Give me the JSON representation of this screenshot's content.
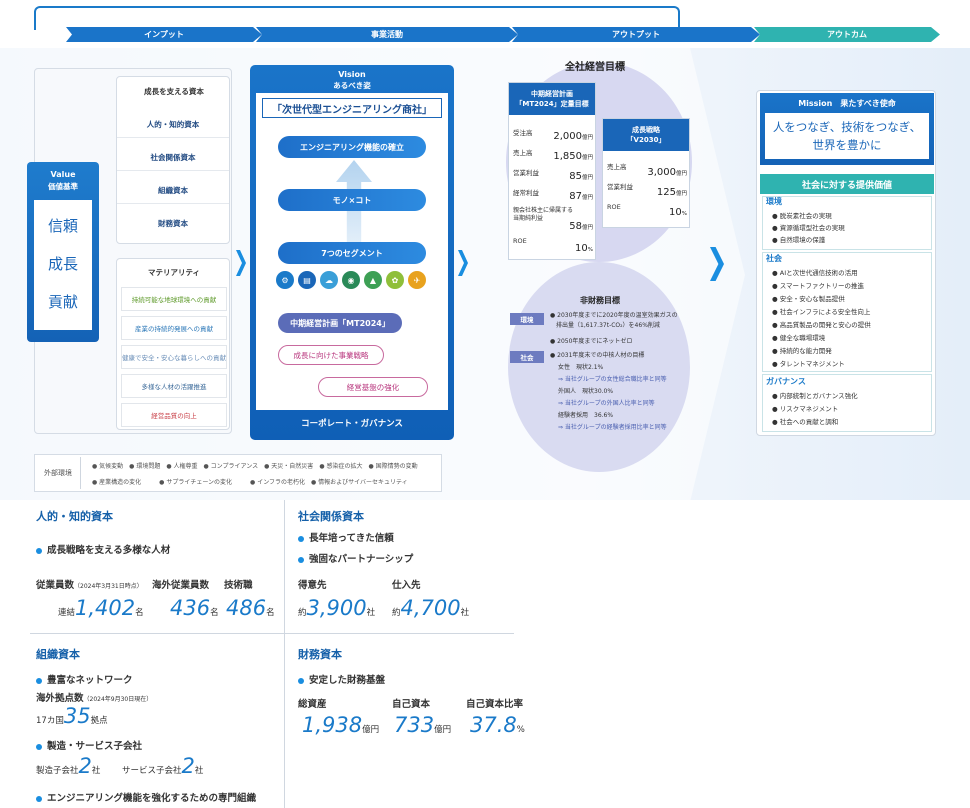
{
  "flow": {
    "phases": [
      "インプット",
      "事業活動",
      "アウトプット",
      "アウトカム"
    ]
  },
  "input": {
    "capital_title": "成長を支える資本",
    "capitals": [
      "人的・知的資本",
      "社会関係資本",
      "組織資本",
      "財務資本"
    ],
    "materiality_title": "マテリアリティ",
    "materialities": [
      "持続可能な地球環境への貢献",
      "産業の持続的発展への貢献",
      "健康で安全・安心な暮らしへの貢献",
      "多様な人材の活躍推進",
      "経営品質の向上"
    ],
    "value_title": "Value",
    "value_sub": "価値基準",
    "values": [
      "信頼",
      "成長",
      "貢献"
    ]
  },
  "vision": {
    "title": "Vision",
    "sub": "あるべき姿",
    "slogan": "「次世代型エンジニアリング商社」",
    "function": "エンジニアリング機能の確立",
    "mono": "モノ×コト",
    "segments": "7つのセグメント",
    "plan": "中期経営計画「MT2024」",
    "growth": "成長に向けた事業戦略",
    "base": "経営基盤の強化",
    "governance": "コーポレート・ガバナンス"
  },
  "output": {
    "targets_title": "全社経営目標",
    "mt_title1": "中期経営計画",
    "mt_title2": "「MT2024」定量目標",
    "mt_rows": [
      {
        "label": "受注高",
        "value": "2,000",
        "unit": "億円"
      },
      {
        "label": "売上高",
        "value": "1,850",
        "unit": "億円"
      },
      {
        "label": "営業利益",
        "value": "85",
        "unit": "億円"
      },
      {
        "label": "経常利益",
        "value": "87",
        "unit": "億円"
      },
      {
        "label": "親会社株主に帰属する当期純利益",
        "value": "58",
        "unit": "億円"
      },
      {
        "label": "ROE",
        "value": "10",
        "unit": "%"
      }
    ],
    "v_title1": "成長戦略",
    "v_title2": "「V2030」",
    "v_rows": [
      {
        "label": "売上高",
        "value": "3,000",
        "unit": "億円"
      },
      {
        "label": "営業利益",
        "value": "125",
        "unit": "億円"
      },
      {
        "label": "ROE",
        "value": "10",
        "unit": "%"
      }
    ],
    "nonfin_title": "非財務目標",
    "env_tag": "環境",
    "env_lines": [
      "● 2030年度までに2020年度の温室効果ガスの",
      "排出量（1,617.37t-CO₂）を46%削減",
      "● 2050年度までにネットゼロ"
    ],
    "soc_tag": "社会",
    "soc_lines": [
      "● 2031年度末での中核人材の目標",
      "女性　現状2.1%",
      "⇒ 当社グループの女性総合職比率と同等",
      "外国人　現状30.0%",
      "⇒ 当社グループの外国人比率と同等",
      "経験者採用　36.6%",
      "⇒ 当社グループの経験者採用比率と同等"
    ]
  },
  "outcome": {
    "mission_title": "Mission　果たすべき使命",
    "mission_text1": "人をつなぎ、技術をつなぎ、",
    "mission_text2": "世界を豊かに",
    "social_title": "社会に対する提供価値",
    "env_head": "環境",
    "env_items": [
      "脱炭素社会の実現",
      "資源循環型社会の実現",
      "自然環境の保護"
    ],
    "soc_head": "社会",
    "soc_items": [
      "AIと次世代通信技術の活用",
      "スマートファクトリーの推進",
      "安全・安心な製品提供",
      "社会インフラによる安全性向上",
      "高品質製品の開発と安心の提供",
      "健全な職場環境",
      "持続的な能力開発",
      "タレントマネジメント"
    ],
    "gov_head": "ガバナンス",
    "gov_items": [
      "内部統制とガバナンス強化",
      "リスクマネジメント",
      "社会への貢献と調和"
    ]
  },
  "external": {
    "label": "外部環境",
    "row1": [
      "気候変動",
      "環境問題",
      "人権尊重",
      "コンプライアンス",
      "天災・自然災害",
      "感染症の拡大",
      "国際情勢の変動"
    ],
    "row2": [
      "産業構造の変化",
      "サプライチェーンの変化",
      "インフラの老朽化",
      "情報およびサイバーセキュリティ"
    ]
  },
  "human": {
    "title": "人的・知的資本",
    "bullet": "成長戦略を支える多様な人材",
    "emp_label": "従業員数",
    "emp_date": "（2024年3月31日時点）",
    "overseas_label": "海外従業員数",
    "tech_label": "技術職",
    "consol": "連結",
    "emp_value": "1,402",
    "overseas_value": "436",
    "tech_value": "486",
    "unit_person": "名"
  },
  "social_cap": {
    "title": "社会関係資本",
    "bullets": [
      "長年培ってきた信頼",
      "強固なパートナーシップ"
    ],
    "cust_label": "得意先",
    "supp_label": "仕入先",
    "approx": "約",
    "cust_value": "3,900",
    "supp_value": "4,700",
    "unit": "社"
  },
  "org": {
    "title": "組織資本",
    "bullet1": "豊富なネットワーク",
    "base_label": "海外拠点数",
    "base_date": "（2024年9月30日現在）",
    "countries": "17カ国",
    "base_value": "35",
    "base_unit": "拠点",
    "bullet2": "製造・サービス子会社",
    "mfg_label": "製造子会社",
    "mfg_value": "2",
    "svc_label": "サービス子会社",
    "svc_value": "2",
    "co_unit": "社",
    "bullet3": "エンジニアリング機能を強化するための専門組織"
  },
  "finance": {
    "title": "財務資本",
    "bullet": "安定した財務基盤",
    "assets_label": "総資産",
    "equity_label": "自己資本",
    "ratio_label": "自己資本比率",
    "assets_value": "1,938",
    "equity_value": "733",
    "ratio_value": "37.8",
    "unit_oku": "億円",
    "unit_pct": "%"
  },
  "colors": {
    "blue": "#1a7ac9",
    "teal": "#2fb3b0",
    "navy": "#214a82",
    "pink": "#b8357d"
  }
}
